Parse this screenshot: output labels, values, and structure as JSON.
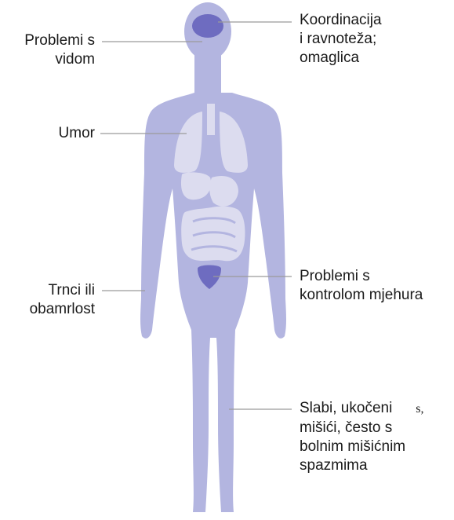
{
  "colors": {
    "body": "#b3b5e0",
    "organ": "#dcdcef",
    "highlight": "#6e6cc0",
    "leader_line": "#9a9a9a",
    "text": "#1a1a1a"
  },
  "labels": {
    "vision": {
      "line1": "Problemi s",
      "line2": "vidom"
    },
    "coordination": {
      "line1": "Koordinacija",
      "line2": "i ravnoteža;",
      "line3": "omaglica"
    },
    "fatigue": {
      "line1": "Umor"
    },
    "bladder": {
      "line1": "Problemi s",
      "line2": "kontrolom mjehura"
    },
    "tingling": {
      "line1": "Trnci ili",
      "line2": "obamrlost"
    },
    "muscles": {
      "line1": "Slabi, ukočeni",
      "line1_suffix": "s,",
      "line2": "mišići, često s",
      "line3": "bolnim mišićnim",
      "line4": "spazmima"
    }
  }
}
